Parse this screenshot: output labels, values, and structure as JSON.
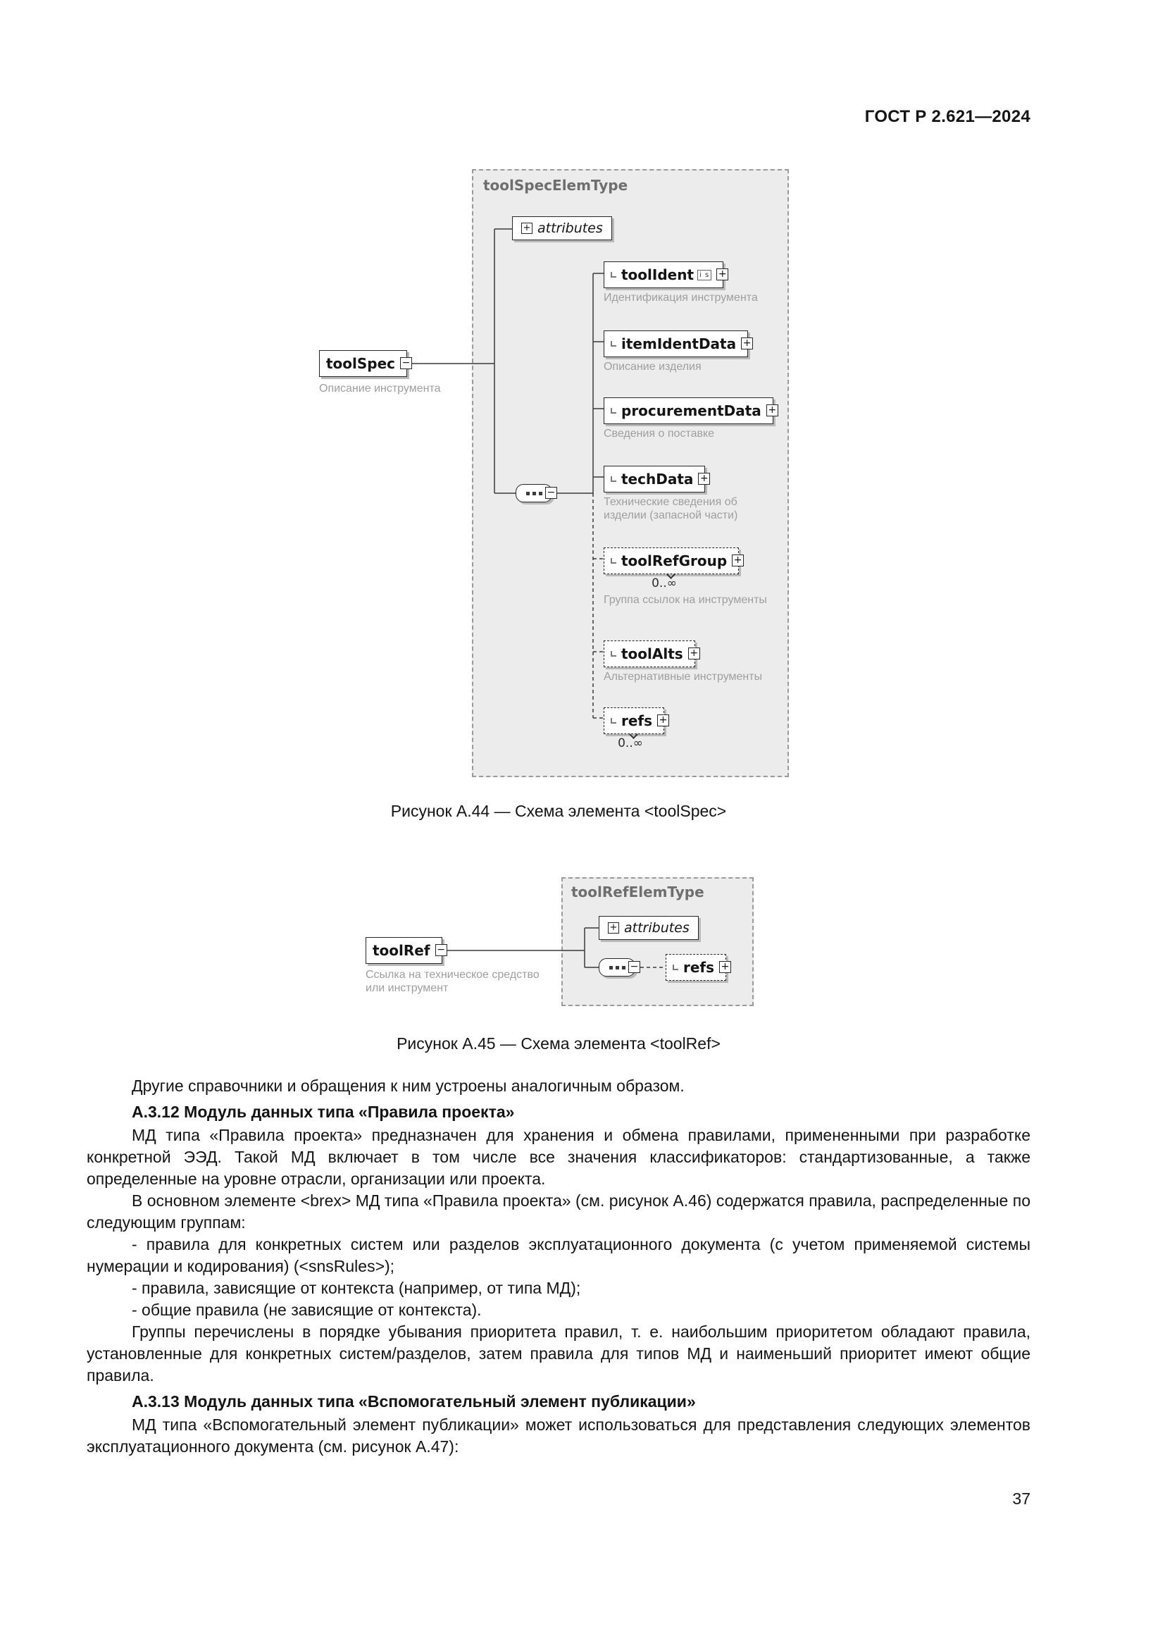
{
  "icons": {
    "expand": "+",
    "collapse": "−"
  },
  "header": {
    "title": "ГОСТ Р 2.621—2024",
    "page_number": "37"
  },
  "figure_a44": {
    "caption": "Рисунок А.44 — Схема элемента <toolSpec>",
    "type_label": "toolSpecElemType",
    "attributes_label": "attributes",
    "root": {
      "name": "toolSpec",
      "description": "Описание инструмента"
    },
    "children": [
      {
        "name": "toolIdent",
        "badge": "i s",
        "description": "Идентификация инструмента"
      },
      {
        "name": "itemIdentData",
        "description": "Описание изделия"
      },
      {
        "name": "procurementData",
        "description": "Сведения о поставке"
      },
      {
        "name": "techData",
        "description": "Технические сведения об\nизделии (запасной части)"
      },
      {
        "name": "toolRefGroup",
        "occurrence": "0..∞",
        "description": "Группа ссылок на инструменты"
      },
      {
        "name": "toolAlts",
        "description": "Альтернативные инструменты"
      },
      {
        "name": "refs",
        "occurrence": "0..∞",
        "description": ""
      }
    ]
  },
  "figure_a45": {
    "caption": "Рисунок А.45 — Схема элемента <toolRef>",
    "type_label": "toolRefElemType",
    "attributes_label": "attributes",
    "root": {
      "name": "toolRef",
      "description": "Ссылка на техническое средство\nили инструмент"
    },
    "child": {
      "name": "refs"
    }
  },
  "body": {
    "p_intro": "Другие справочники и обращения к ним устроены аналогичным образом.",
    "h_a312": "А.3.12 Модуль данных типа «Правила проекта»",
    "p_a312_1": "МД типа «Правила проекта» предназначен для хранения и обмена правилами, примененными при разработке конкретной ЭЭД. Такой МД включает в том числе все значения классификаторов: стандартизованные, а также определенные на уровне отрасли, организации или проекта.",
    "p_a312_2": "В основном элементе <brex> МД типа «Правила проекта» (см. рисунок А.46) содержатся правила, распределенные по следующим группам:",
    "li_1": "- правила для конкретных систем или разделов эксплуатационного документа (с учетом применяемой системы нумерации и кодирования) (<snsRules>);",
    "li_2": "- правила, зависящие от контекста (например, от типа МД);",
    "li_3": "- общие правила (не зависящие от контекста).",
    "p_a312_3": "Группы перечислены в порядке убывания приоритета правил, т. е. наибольшим приоритетом обладают правила, установленные для конкретных систем/разделов, затем правила для типов МД и наименьший приоритет имеют общие правила.",
    "h_a313": "А.3.13 Модуль данных типа «Вспомогательный элемент публикации»",
    "p_a313_1": "МД типа «Вспомогательный элемент публикации» может использоваться для представления следующих элементов эксплуатационного документа (см. рисунок А.47):"
  }
}
